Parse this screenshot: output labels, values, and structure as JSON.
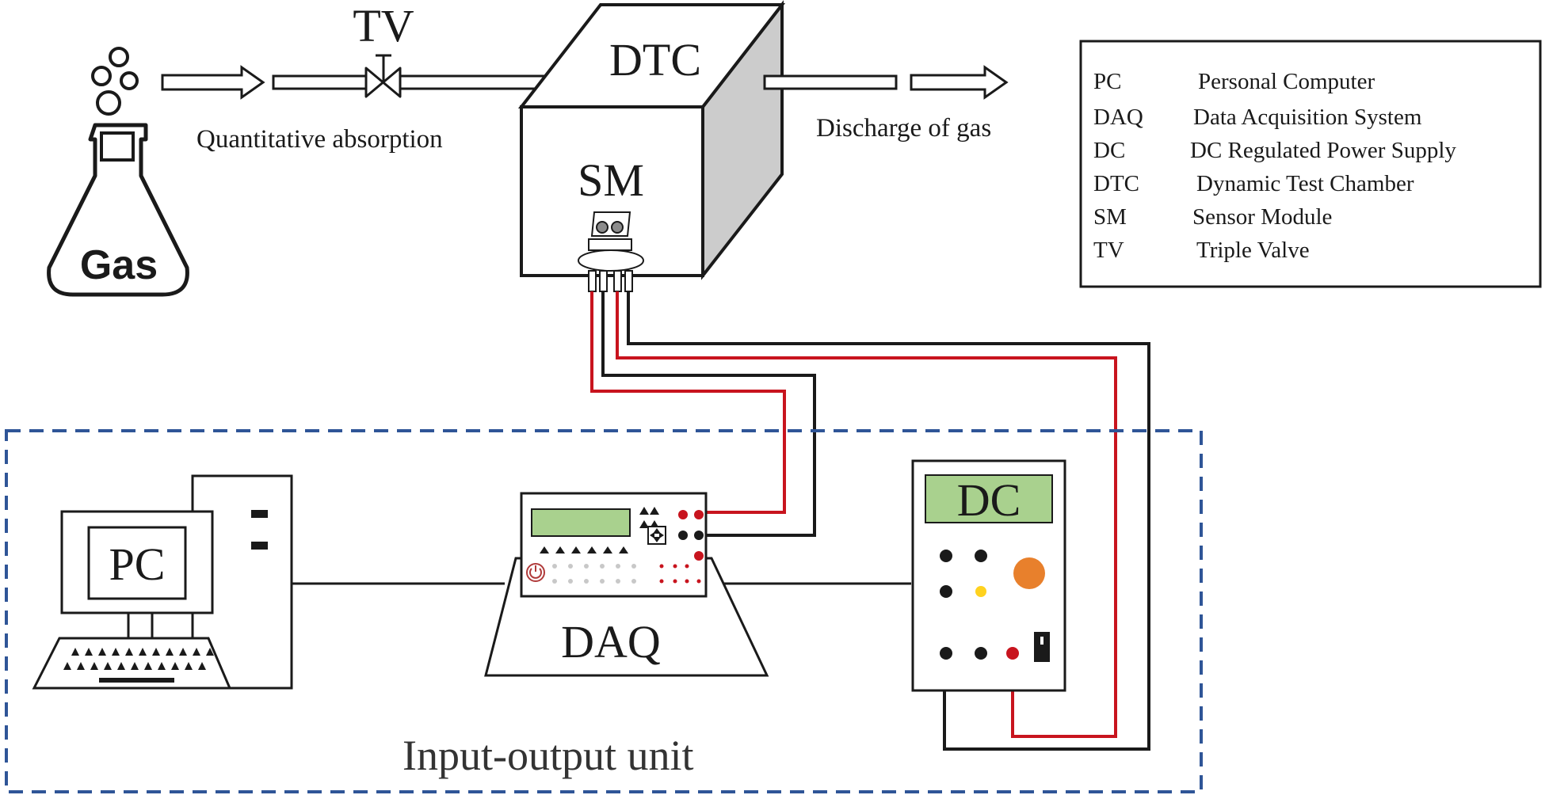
{
  "flask": {
    "label": "Gas"
  },
  "valve": {
    "label": "TV"
  },
  "inlet": {
    "label": "Quantitative absorption"
  },
  "chamber": {
    "label": "DTC",
    "sensor_label": "SM"
  },
  "outlet": {
    "label": "Discharge of gas"
  },
  "pc": {
    "label": "PC"
  },
  "daq": {
    "label": "DAQ"
  },
  "dc": {
    "label": "DC"
  },
  "unit": {
    "label": "Input-output unit"
  },
  "legend": {
    "items": [
      {
        "abbr": "PC",
        "desc": "Personal  Computer"
      },
      {
        "abbr": "DAQ",
        "desc": "Data Acquisition System"
      },
      {
        "abbr": "DC",
        "desc": "DC Regulated Power Supply"
      },
      {
        "abbr": "DTC",
        "desc": "Dynamic Test Chamber"
      },
      {
        "abbr": "SM",
        "desc": "Sensor Module"
      },
      {
        "abbr": "TV",
        "desc": "Triple Valve"
      }
    ]
  },
  "colors": {
    "line": "#1a1a1a",
    "wire_red": "#c8141e",
    "dashed_border": "#2f5597",
    "screen_green": "#a9d18e",
    "knob_orange": "#e8802c",
    "chamber_side": "#cccccc"
  }
}
